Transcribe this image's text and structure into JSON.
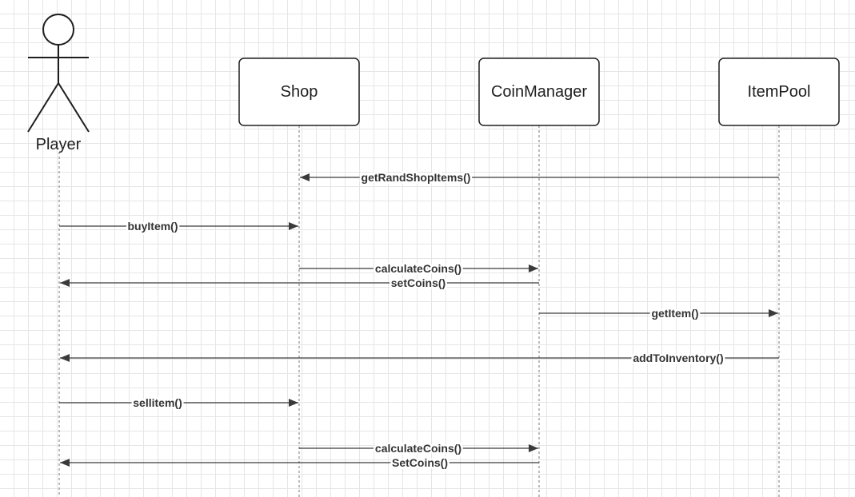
{
  "participants": {
    "player": {
      "label": "Player",
      "kind": "actor"
    },
    "shop": {
      "label": "Shop",
      "kind": "box"
    },
    "coin_manager": {
      "label": "CoinManager",
      "kind": "box"
    },
    "item_pool": {
      "label": "ItemPool",
      "kind": "box"
    }
  },
  "messages": [
    {
      "from": "item_pool",
      "to": "shop",
      "label": "getRandShopItems()"
    },
    {
      "from": "player",
      "to": "shop",
      "label": "buyItem()"
    },
    {
      "from": "shop",
      "to": "coin_manager",
      "label": "calculateCoins()"
    },
    {
      "from": "coin_manager",
      "to": "player",
      "label": "setCoins()"
    },
    {
      "from": "coin_manager",
      "to": "item_pool",
      "label": "getItem()"
    },
    {
      "from": "item_pool",
      "to": "player",
      "label": "addToInventory()"
    },
    {
      "from": "player",
      "to": "shop",
      "label": "sellitem()"
    },
    {
      "from": "shop",
      "to": "coin_manager",
      "label": "calculateCoins()"
    },
    {
      "from": "coin_manager",
      "to": "player",
      "label": "SetCoins()"
    }
  ],
  "colors": {
    "stroke": "#1e1e1e",
    "lifeline": "#777777",
    "message_line": "#3a3a3a",
    "box_fill": "#ffffff",
    "grid": "#e6e6e6"
  }
}
